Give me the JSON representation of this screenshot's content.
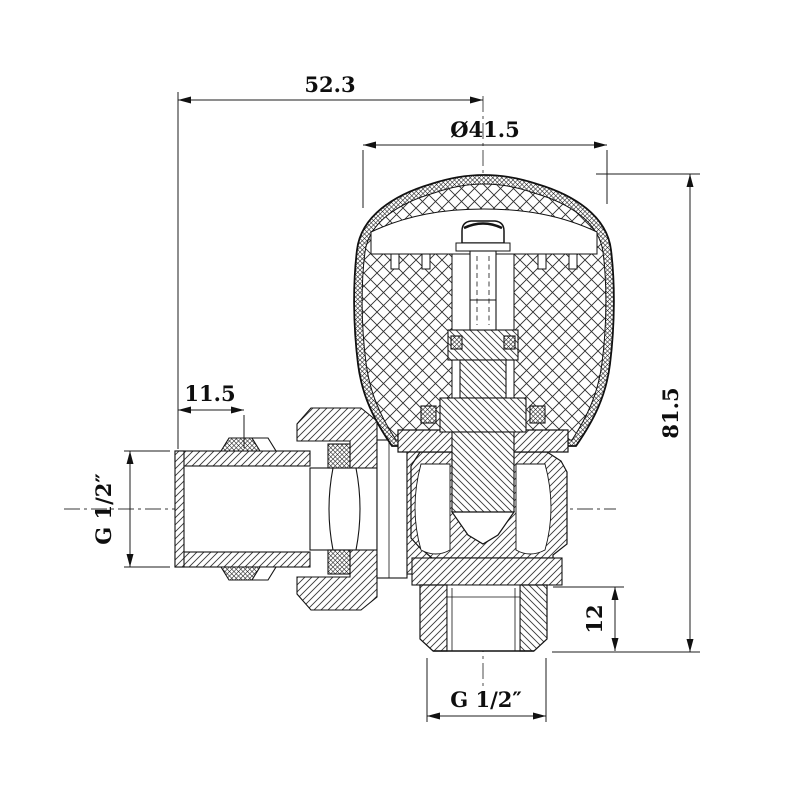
{
  "drawing": {
    "dimensions": {
      "top_width": "52.3",
      "head_diameter": "Ø41.5",
      "tail_plain_length": "11.5",
      "tail_thread": "G 1/2″",
      "overall_height": "81.5",
      "port_depth": "12",
      "bottom_thread": "G 1/2″"
    },
    "colors": {
      "line": "#1c1c1c",
      "background": "#ffffff"
    }
  }
}
